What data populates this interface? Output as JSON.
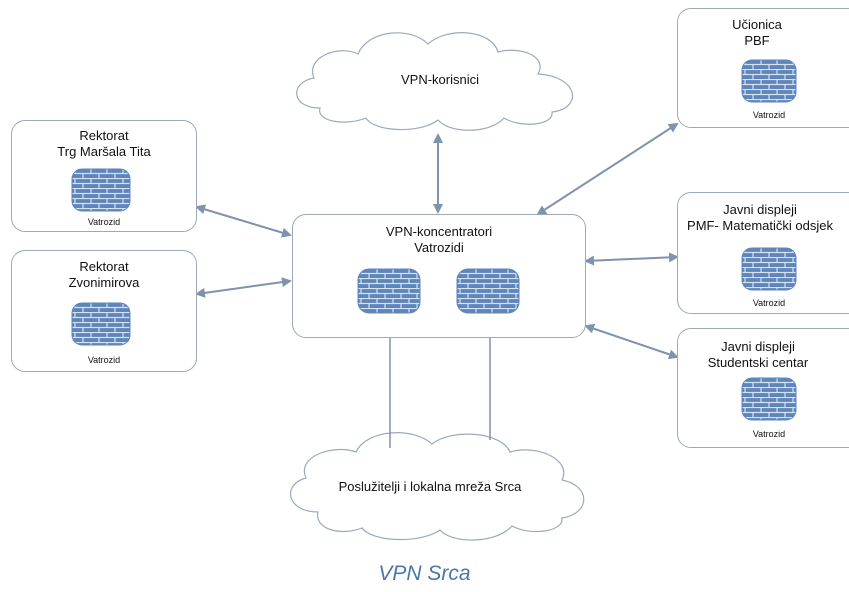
{
  "caption": "VPN Srca",
  "clouds": {
    "top": "VPN-korisnici",
    "bottom": "Poslužitelji i lokalna mreža Srca"
  },
  "center": {
    "title_line1": "VPN-koncentratori",
    "title_line2": "Vatrozidi"
  },
  "nodes": {
    "rektorat_trg": {
      "line1": "Rektorat",
      "line2": "Trg Maršala Tita",
      "firewall_label": "Vatrozid"
    },
    "rektorat_zvon": {
      "line1": "Rektorat",
      "line2": "Zvonimirova",
      "firewall_label": "Vatrozid"
    },
    "ucionica": {
      "line1": "Učionica",
      "line2": "PBF",
      "firewall_label": "Vatrozid"
    },
    "pmf": {
      "line1": "Javni displeji",
      "line2": "PMF- Matematički odsjek",
      "firewall_label": "Vatrozid"
    },
    "sc": {
      "line1": "Javni displeji",
      "line2": "Studentski centar",
      "firewall_label": "Vatrozid"
    }
  },
  "colors": {
    "box_border": "#9aaabb",
    "arrow": "#7f93ad",
    "firewall_fill": "#5f86bb",
    "firewall_mortar": "#d6e2f0",
    "caption": "#4d76a8"
  },
  "icons": [
    "firewall-icon",
    "cloud-icon",
    "double-arrow-icon"
  ]
}
